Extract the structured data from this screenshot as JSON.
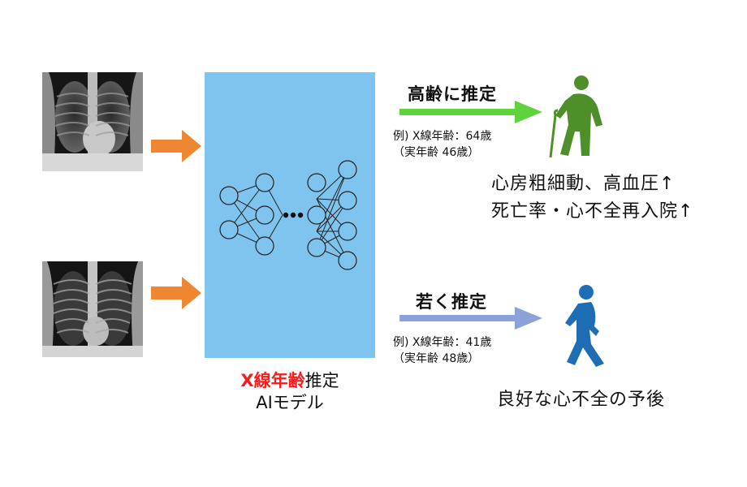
{
  "model": {
    "title_highlight": "X線年齢",
    "title_rest": "推定",
    "subtitle": "AIモデル"
  },
  "upper_branch": {
    "label": "高齢に推定",
    "example_line1": "例) X線年齢：64歳",
    "example_line2": "（実年齢 46歳）",
    "outcome_line1": "心房粗細動、高血圧↑",
    "outcome_line2": "死亡率・心不全再入院↑",
    "arrow_color": "#5fd23c",
    "figure_icon": "elderly-person-with-cane-icon",
    "figure_color": "#4f8f2a"
  },
  "lower_branch": {
    "label": "若く推定",
    "example_line1": "例) X線年齢：41歳",
    "example_line2": "（実年齢 48歳）",
    "outcome_line1": "良好な心不全の予後",
    "arrow_color": "#8aa2d8",
    "figure_icon": "walking-person-icon",
    "figure_color": "#1f6eb5"
  },
  "inputs": {
    "icon": "chest-xray-image",
    "arrow_color": "#ef8632"
  }
}
